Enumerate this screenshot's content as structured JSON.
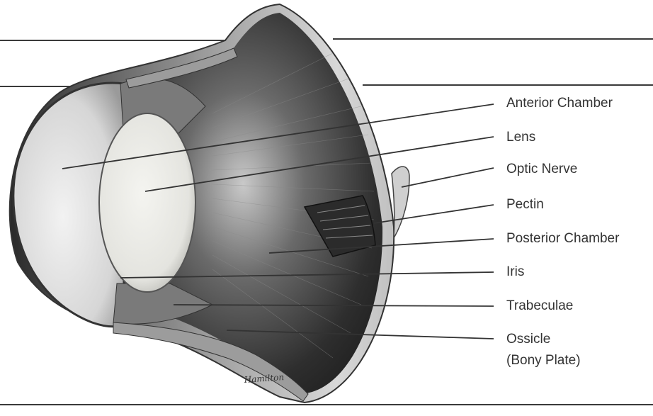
{
  "labels": [
    {
      "text": "Anterior Chamber"
    },
    {
      "text": "Lens"
    },
    {
      "text": "Optic Nerve"
    },
    {
      "text": "Pectin"
    },
    {
      "text": "Posterior Chamber"
    },
    {
      "text": "Iris"
    },
    {
      "text": "Trabeculae"
    },
    {
      "text": "Ossicle"
    },
    {
      "text": "(Bony Plate)"
    }
  ],
  "signature": "Hamilton",
  "colors": {
    "ink": "#333333",
    "line": "#3a3a3a",
    "shade_dark": "#2b2b2b",
    "lens": "#eeeeea"
  }
}
